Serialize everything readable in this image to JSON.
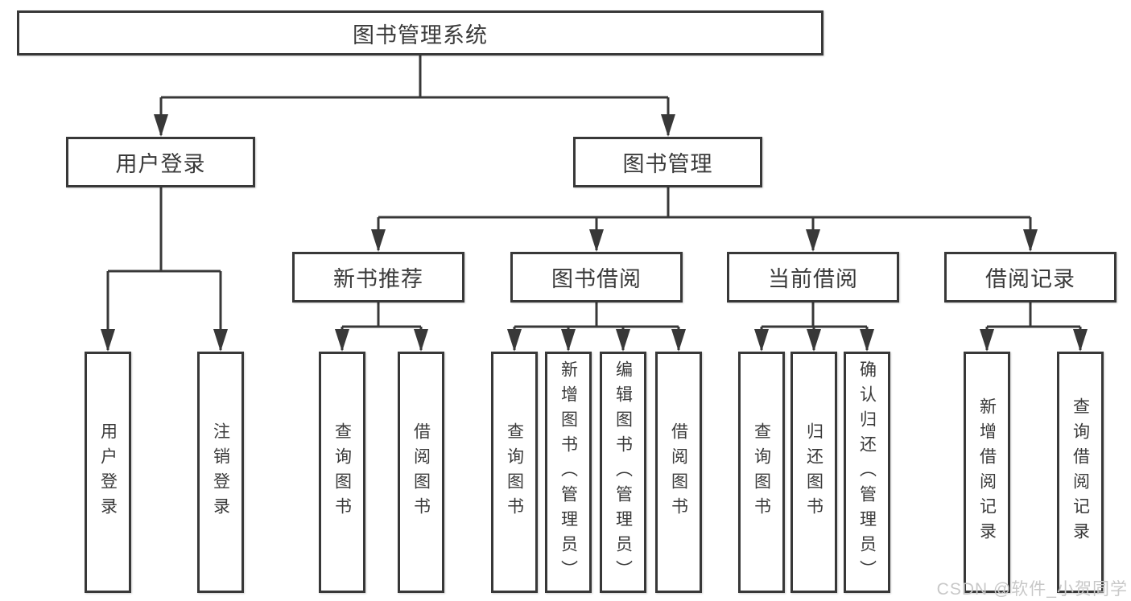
{
  "diagram": {
    "root": {
      "label": "图书管理系统"
    },
    "level2": [
      {
        "label": "用户登录"
      },
      {
        "label": "图书管理"
      }
    ],
    "level3": [
      {
        "label": "新书推荐"
      },
      {
        "label": "图书借阅"
      },
      {
        "label": "当前借阅"
      },
      {
        "label": "借阅记录"
      }
    ],
    "leaves": {
      "login": [
        "用户登录",
        "注销登录"
      ],
      "new_book": [
        "查询图书",
        "借阅图书"
      ],
      "borrow": [
        "查询图书",
        "新增图书（管理员）",
        "编辑图书（管理员）",
        "借阅图书"
      ],
      "current": [
        "查询图书",
        "归还图书",
        "确认归还（管理员）"
      ],
      "records": [
        "新增借阅记录",
        "查询借阅记录"
      ]
    }
  },
  "watermark": {
    "text": "CSDN @软件_小贺同学"
  },
  "colors": {
    "line": "#383838",
    "text": "#3a3a3a",
    "watermark": "#c8c8c8",
    "background": "#ffffff"
  }
}
